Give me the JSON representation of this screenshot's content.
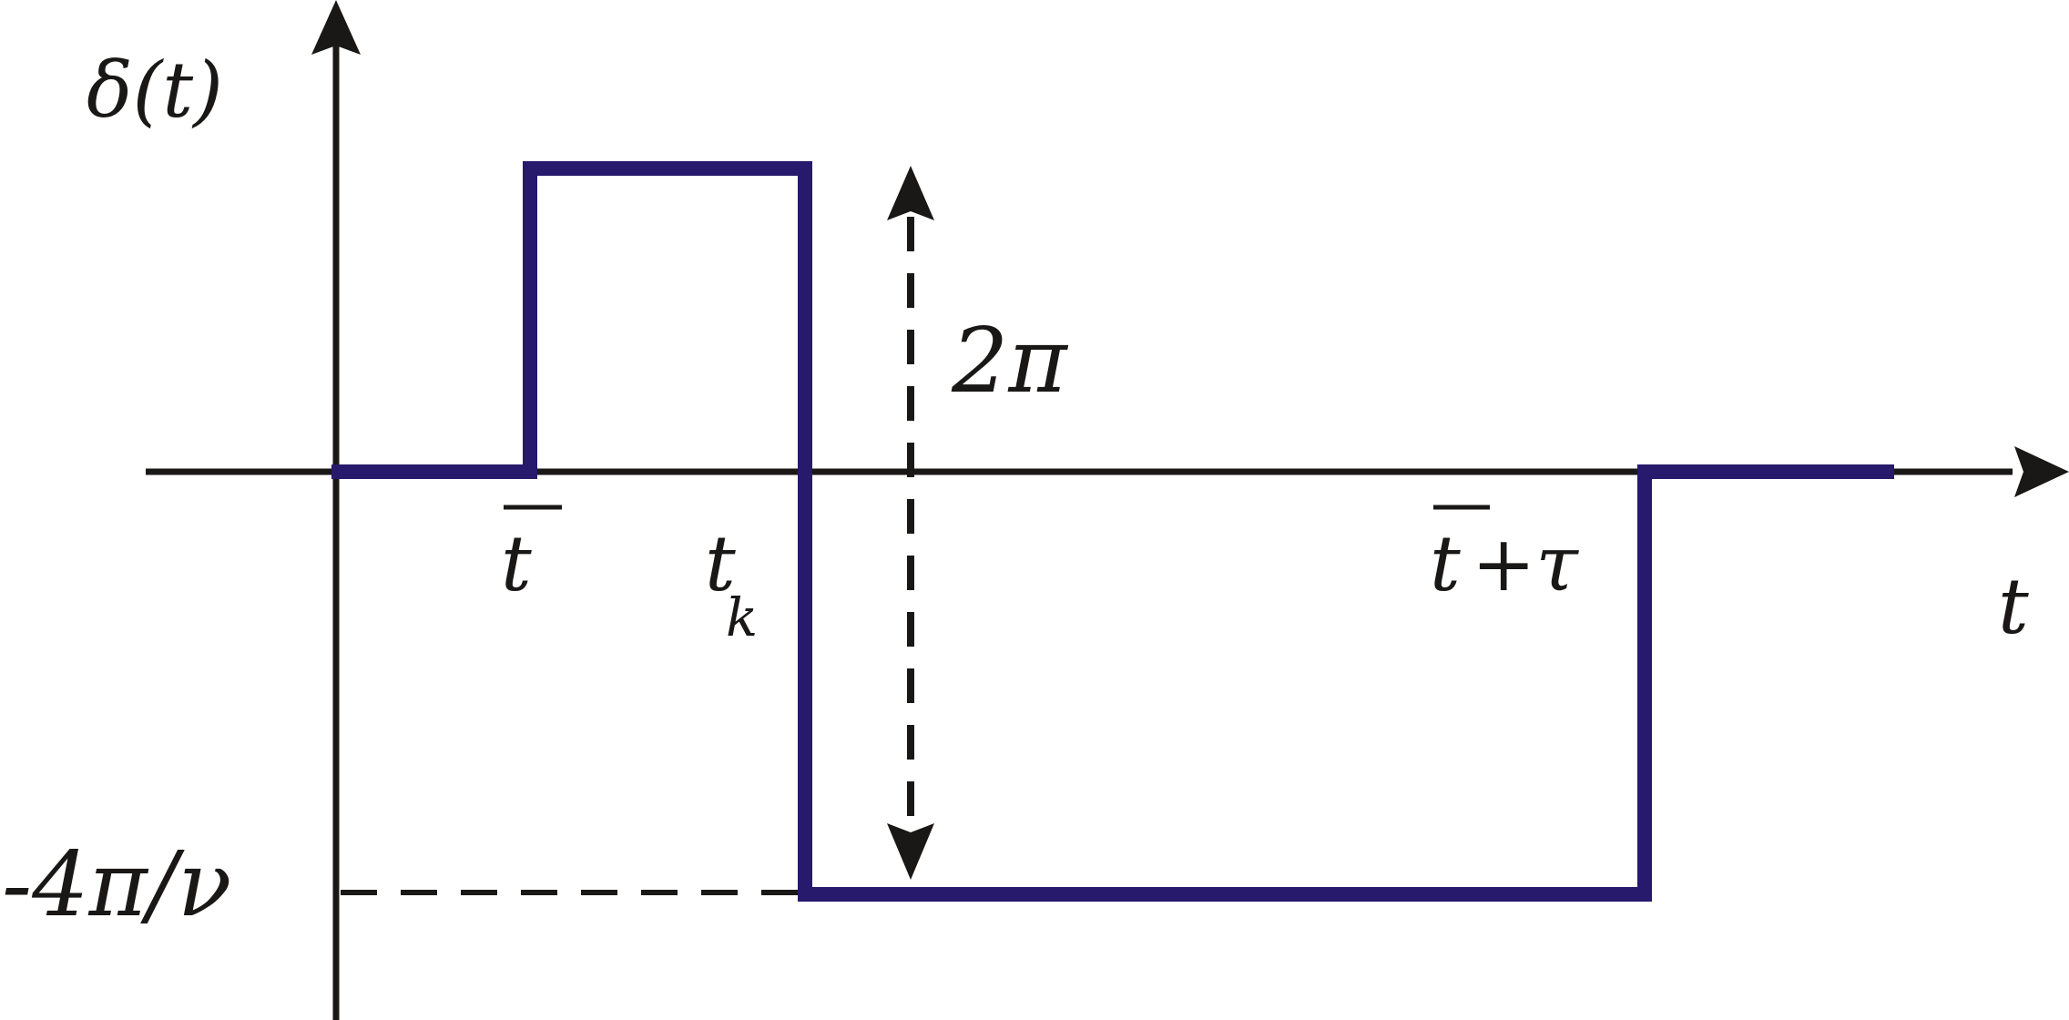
{
  "labels": {
    "y_axis": "δ(t)",
    "x_axis": "t",
    "t_bar": "t",
    "t_k_main": "t",
    "t_k_sub": "k",
    "t_bar_plus_tau_t": "t",
    "t_bar_plus_tau_rest": "+τ",
    "amplitude": "2π",
    "level_minus": "-4π/ν"
  },
  "colors": {
    "axis": "#1a1717",
    "signal": "#27196b",
    "dashed": "#1a1717"
  }
}
